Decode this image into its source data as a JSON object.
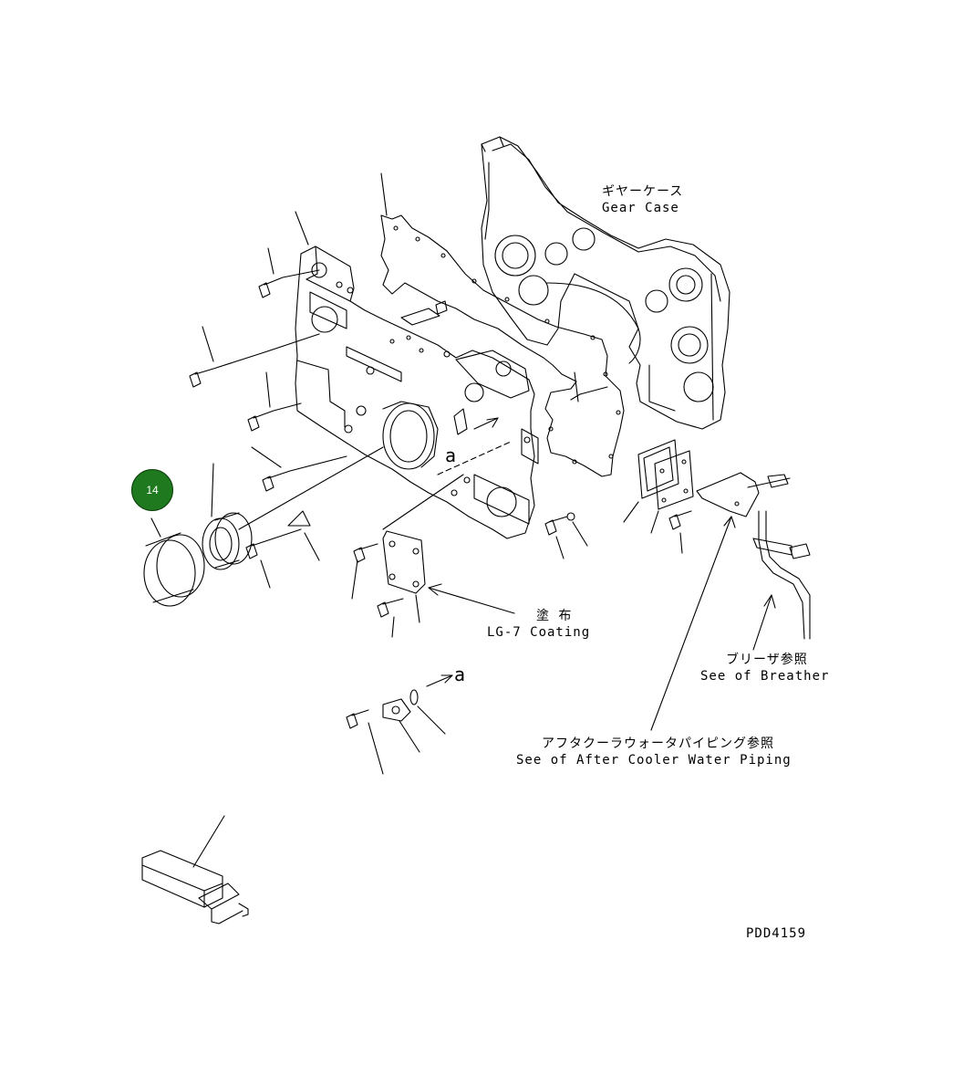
{
  "labels": {
    "gear_case_jp": "ギヤーケース",
    "gear_case_en": "Gear Case",
    "coating_jp": "塗 布",
    "coating_en": "LG-7 Coating",
    "breather_jp": "ブリーザ参照",
    "breather_en": "See of Breather",
    "aftercooler_jp": "アフタクーラウォータパイピング参照",
    "aftercooler_en": "See of After Cooler Water Piping",
    "ref_a1": "a",
    "ref_a2": "a",
    "drawing_no": "PDD4159"
  },
  "callouts": [
    {
      "number": "14",
      "color": "#1f7a1f"
    }
  ]
}
